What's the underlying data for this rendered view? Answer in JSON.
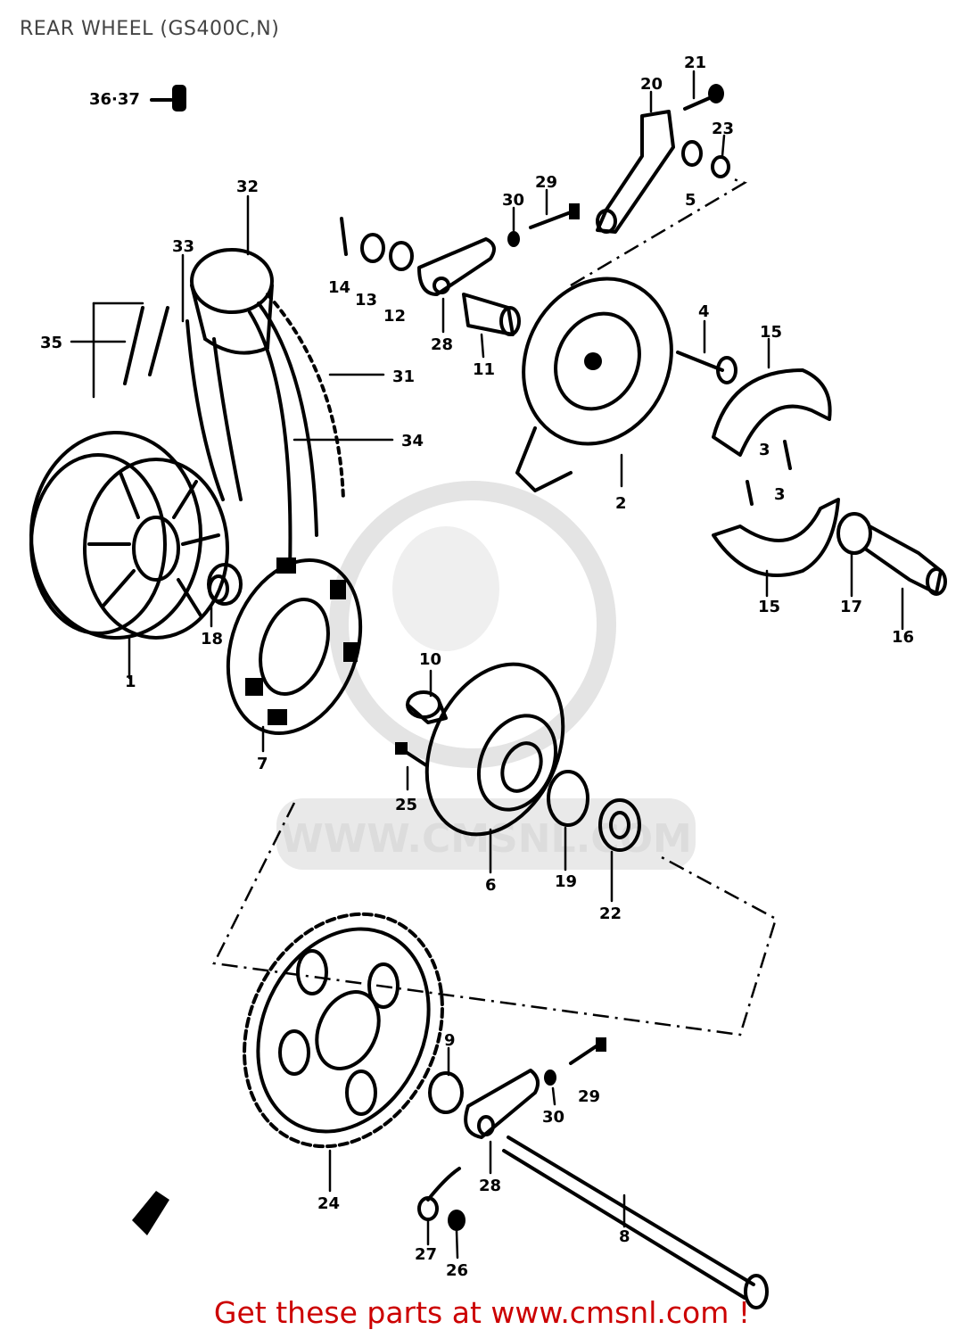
{
  "title": "REAR WHEEL (GS400C,N)",
  "footer": "Get these parts at www.cmsnl.com !",
  "watermark": "WWW.CMSNL.COM",
  "header_ref": "36·37",
  "labels": {
    "l1": "1",
    "l2": "2",
    "l3a": "3",
    "l3b": "3",
    "l4": "4",
    "l5": "5",
    "l6": "6",
    "l7": "7",
    "l8": "8",
    "l9": "9",
    "l10": "10",
    "l11": "11",
    "l12": "12",
    "l13": "13",
    "l14": "14",
    "l15a": "15",
    "l15b": "15",
    "l16": "16",
    "l17": "17",
    "l18": "18",
    "l19": "19",
    "l20": "20",
    "l21": "21",
    "l22": "22",
    "l23": "23",
    "l24": "24",
    "l25": "25",
    "l26": "26",
    "l27": "27",
    "l28a": "28",
    "l28b": "28",
    "l29a": "29",
    "l29b": "29",
    "l30a": "30",
    "l30b": "30",
    "l31": "31",
    "l32": "32",
    "l33": "33",
    "l34": "34",
    "l35": "35"
  },
  "colors": {
    "ink": "#000000",
    "title": "#444444",
    "footer": "#cc0000",
    "watermark": "#dcdcdc"
  }
}
